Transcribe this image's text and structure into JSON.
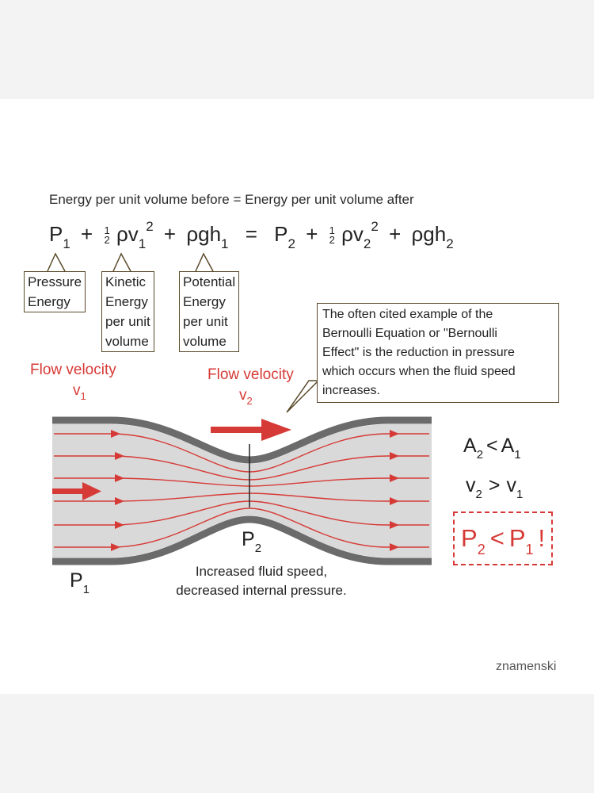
{
  "colors": {
    "accent_red": "#d63a36",
    "tube_wall": "#6b6b6b",
    "fluid": "#d9d9d9",
    "box_border": "#5a4a2a"
  },
  "heading": "Energy per unit volume before = Energy per unit volume after",
  "equation": {
    "P": "P",
    "rho_v": "ρv",
    "rho_gh": "ρgh",
    "half_num": "1",
    "half_den": "2",
    "plus": "+",
    "equals": "=",
    "one": "1",
    "two": "2",
    "square": "2"
  },
  "labels": {
    "pressure": [
      "Pressure",
      "Energy"
    ],
    "kinetic": [
      "Kinetic",
      "Energy",
      "per unit",
      "volume"
    ],
    "potential": [
      "Potential",
      "Energy",
      "per unit",
      "volume"
    ]
  },
  "callout": [
    "The often cited example of the",
    "Bernoulli Equation or \"Bernoulli",
    "Effect\" is the reduction in pressure",
    "which occurs when the fluid speed",
    "increases."
  ],
  "flow": {
    "label": "Flow velocity",
    "v": "v",
    "sub1": "1",
    "sub2": "2"
  },
  "relations": {
    "A": "A",
    "v": "v",
    "P": "P",
    "lt": "<",
    "gt": ">",
    "bang": "!",
    "one": "1",
    "two": "2"
  },
  "tube_labels": {
    "P": "P",
    "one": "1",
    "two": "2"
  },
  "caption": [
    "Increased fluid speed,",
    "decreased internal pressure."
  ],
  "watermark": "znamenski"
}
